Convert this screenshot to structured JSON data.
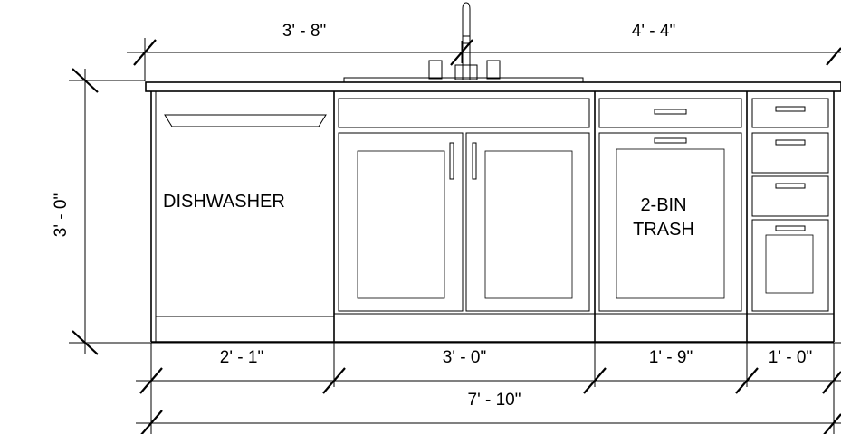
{
  "dimensions": {
    "top_left": "3' - 8\"",
    "top_right": "4' - 4\"",
    "height": "3' - 0\"",
    "bottom_dishwasher": "2' - 1\"",
    "bottom_sink_base": "3' - 0\"",
    "bottom_trash": "1' - 9\"",
    "bottom_drawers": "1' - 0\"",
    "overall": "7' - 10\""
  },
  "labels": {
    "dishwasher": "DISHWASHER",
    "trash_line1": "2-BIN",
    "trash_line2": "TRASH"
  }
}
